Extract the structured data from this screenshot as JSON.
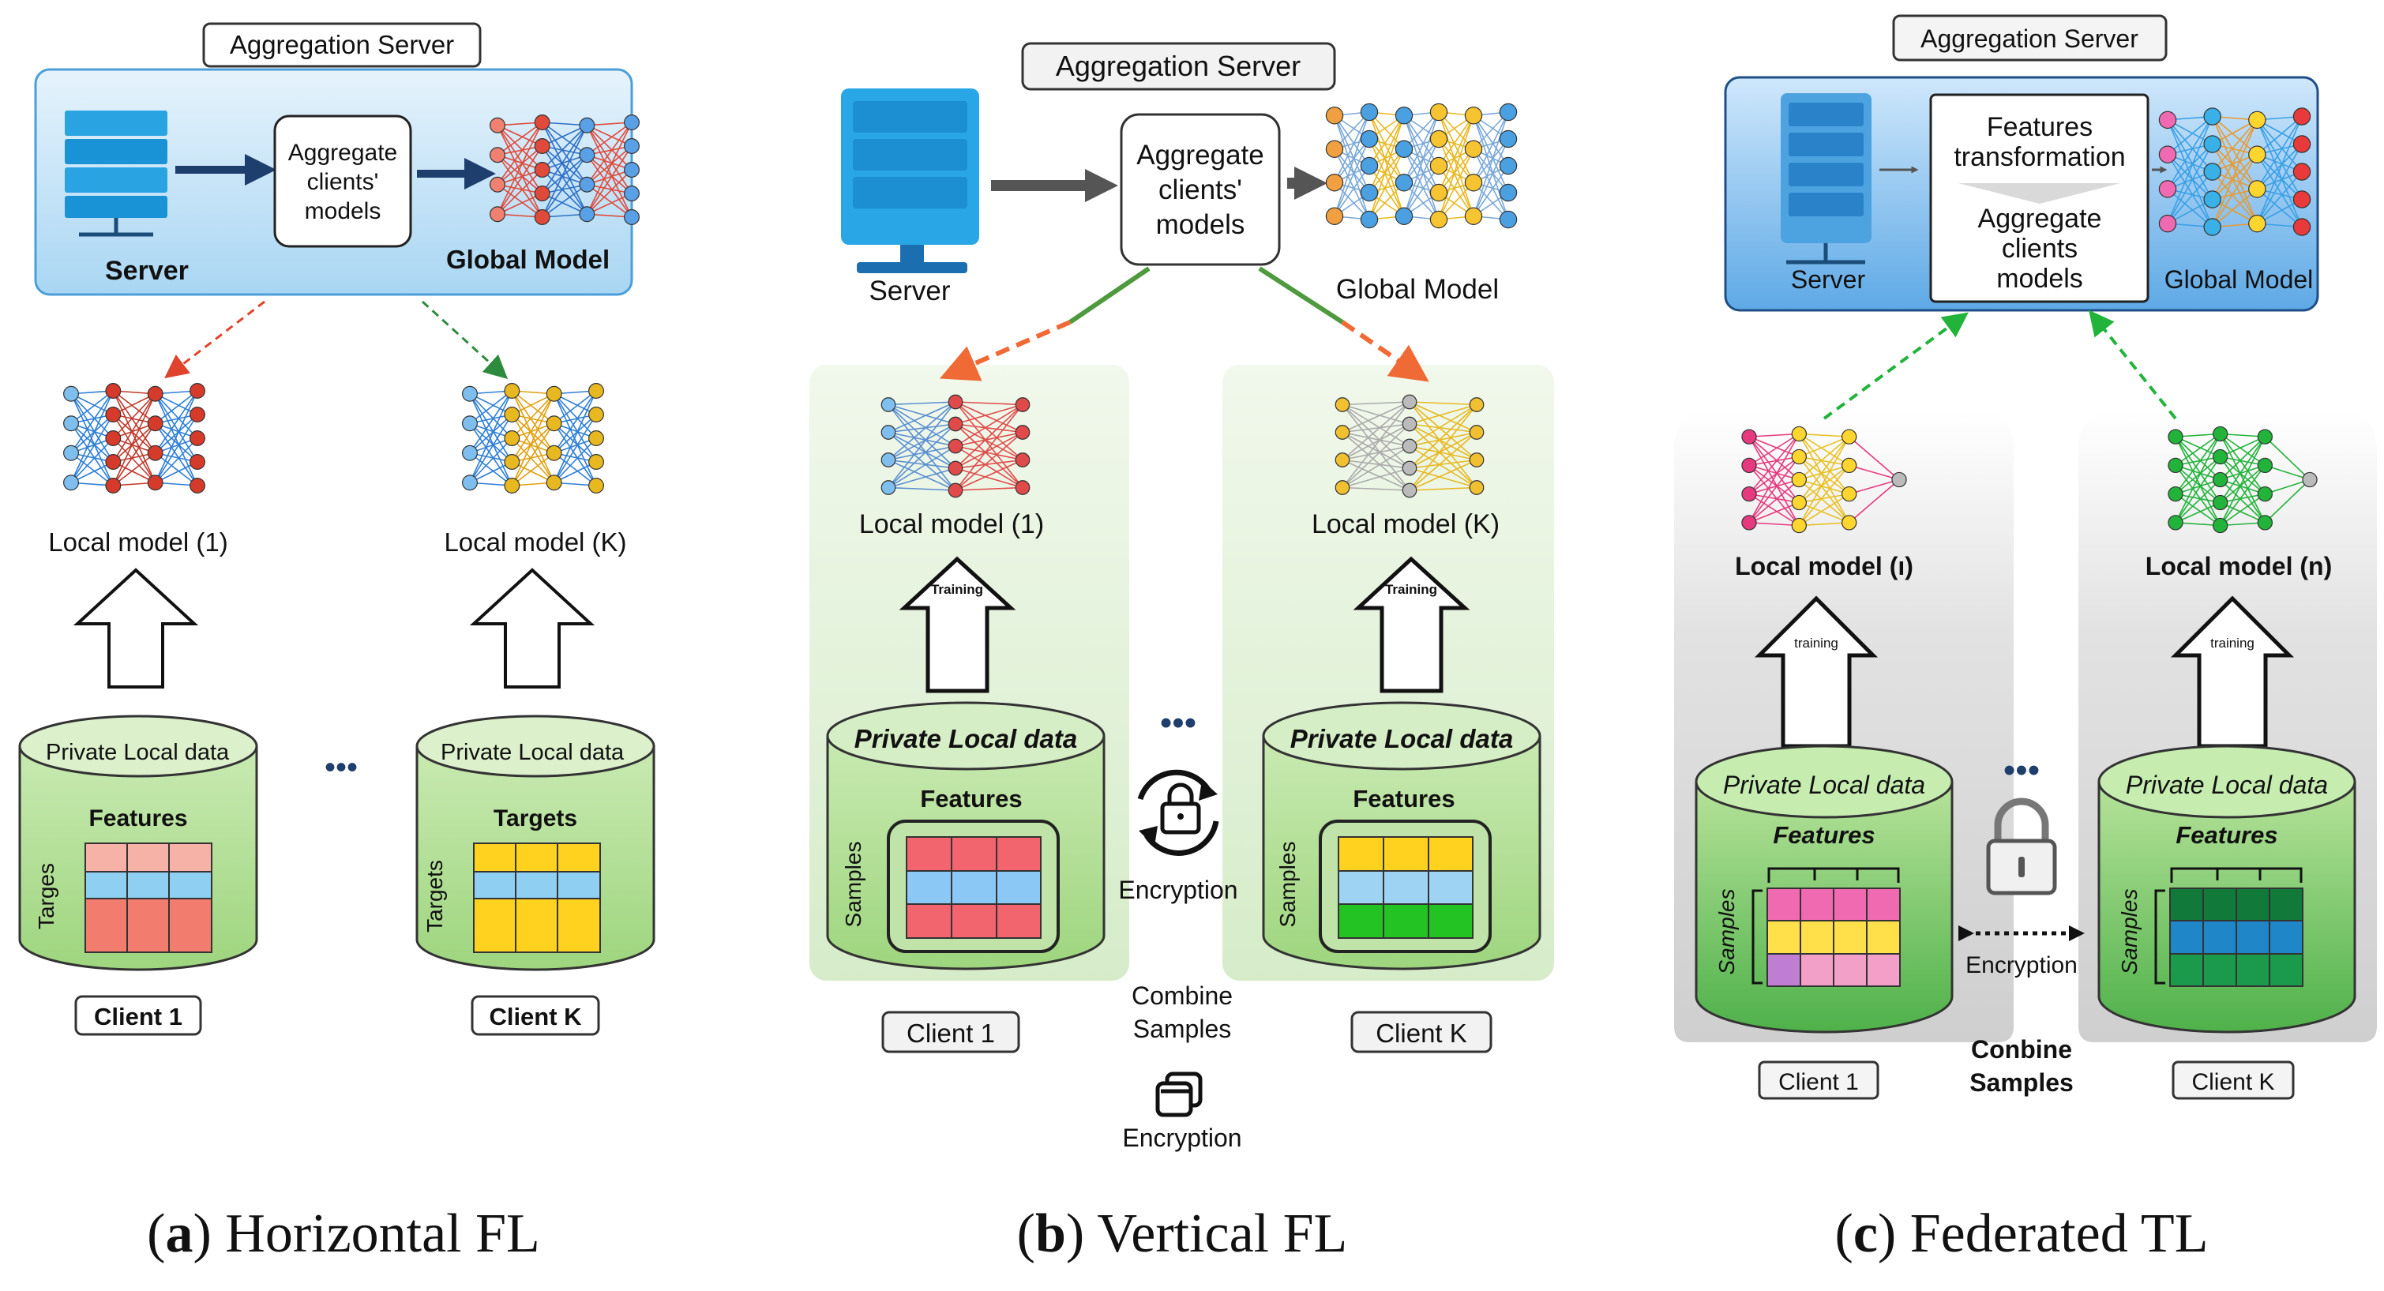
{
  "panels": [
    {
      "id": "a",
      "server_box_label": "Aggregation Server",
      "server_label": "Server",
      "aggregate_label": [
        "Aggregate",
        "clients'",
        "models"
      ],
      "global_model_label": "Global Model",
      "local_models": [
        "Local model (1)",
        "Local model (K)"
      ],
      "data_title": "Private Local data",
      "ellipsis": "•••",
      "client_1": {
        "header": "Features",
        "side": "Targes",
        "label": "Client 1"
      },
      "client_k": {
        "header": "Targets",
        "side": "Targets",
        "label": "Client K"
      },
      "caption_letter": "a",
      "caption_text": "Horizontal FL"
    },
    {
      "id": "b",
      "server_box_label": "Aggregation Server",
      "server_label": "Server",
      "aggregate_label": [
        "Aggregate",
        "clients'",
        "models"
      ],
      "global_model_label": "Global Model",
      "local_models": [
        "Local model (1)",
        "Local model (K)"
      ],
      "training_label": "Training",
      "data_title": "Private Local data",
      "features_label": "Features",
      "samples_label": "Samples",
      "ellipsis": "•••",
      "encryption_label": "Encryption",
      "combine_label": [
        "Combine",
        "Samples"
      ],
      "encryption2_label": "Encryption",
      "client_labels": [
        "Client 1",
        "Client K"
      ],
      "caption_letter": "b",
      "caption_text": "Vertical FL"
    },
    {
      "id": "c",
      "server_box_label": "Aggregation Server",
      "server_label": "Server",
      "features_transform_label": [
        "Features",
        "transformation"
      ],
      "aggregate_label": [
        "Aggregate",
        "clients",
        "models"
      ],
      "global_model_label": "Global Model",
      "local_models": [
        "Local model (ı)",
        "Local model (n)"
      ],
      "training_label": "training",
      "data_title": "Private Local data",
      "features_label": "Features",
      "samples_label": "Samples",
      "ellipsis": "•••",
      "encryption_label": "Encryption",
      "combine_label": [
        "Conbine",
        "Samples"
      ],
      "client_labels": [
        "Client 1",
        "Client K"
      ],
      "caption_letter": "c",
      "caption_text": "Federated TL"
    }
  ],
  "colors": {
    "server_blue": "#29a6e6",
    "server_box_fill": "#cfe8f8",
    "cylinder_green": "#bfe3a8",
    "red_net": "#d63a2a",
    "yellow_net": "#e8b820",
    "blue_net": "#2e7fd6"
  }
}
